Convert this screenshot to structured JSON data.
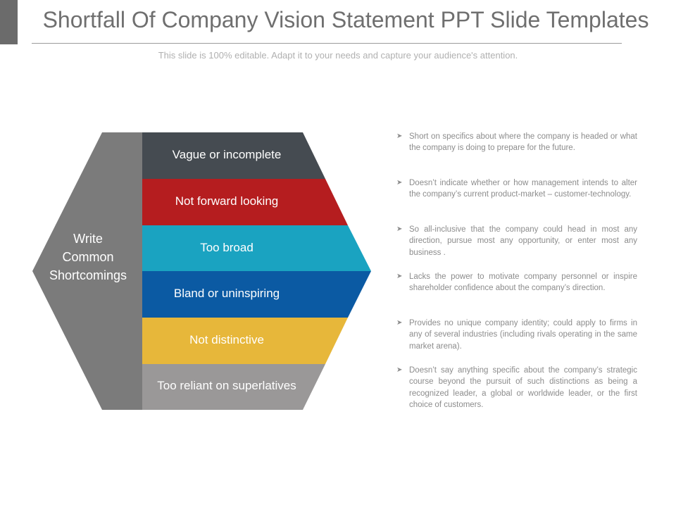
{
  "header": {
    "title": "Shortfall Of Company Vision Statement PPT Slide Templates",
    "subtitle": "This slide is 100% editable. Adapt it to your needs and capture your audience's attention."
  },
  "diagram": {
    "center_label_lines": [
      "Write",
      "Common",
      "Shortcomings"
    ],
    "bands": [
      {
        "label": "Vague or incomplete",
        "color": "#454b51"
      },
      {
        "label": "Not forward looking",
        "color": "#b51d1f"
      },
      {
        "label": "Too broad",
        "color": "#1aa3c1"
      },
      {
        "label": "Bland or uninspiring",
        "color": "#0b5aa3"
      },
      {
        "label": "Not distinctive",
        "color": "#e7b73a"
      },
      {
        "label": "Too reliant on superlatives",
        "color": "#9a9898"
      }
    ],
    "hex_color": "#7b7b7b"
  },
  "points": {
    "bullet_icon": "chevron-right-icon",
    "items": [
      "Short on specifics about where the company is headed or what the company is doing to prepare for the future.",
      "Doesn’t indicate whether or how management intends to alter the company’s current product-market – customer-technology.",
      "So all-inclusive that the company could head in most any direction, pursue most any opportunity, or enter most any business .",
      "Lacks the power to motivate company personnel or inspire shareholder confidence about the company’s direction.",
      "Provides no unique company identity; could apply to firms in any of several industries (including rivals operating in the same market arena).",
      "Doesn’t say anything specific about the company’s strategic course beyond the pursuit of such distinctions as being a recognized leader, a global or worldwide leader, or the first choice of customers."
    ]
  }
}
